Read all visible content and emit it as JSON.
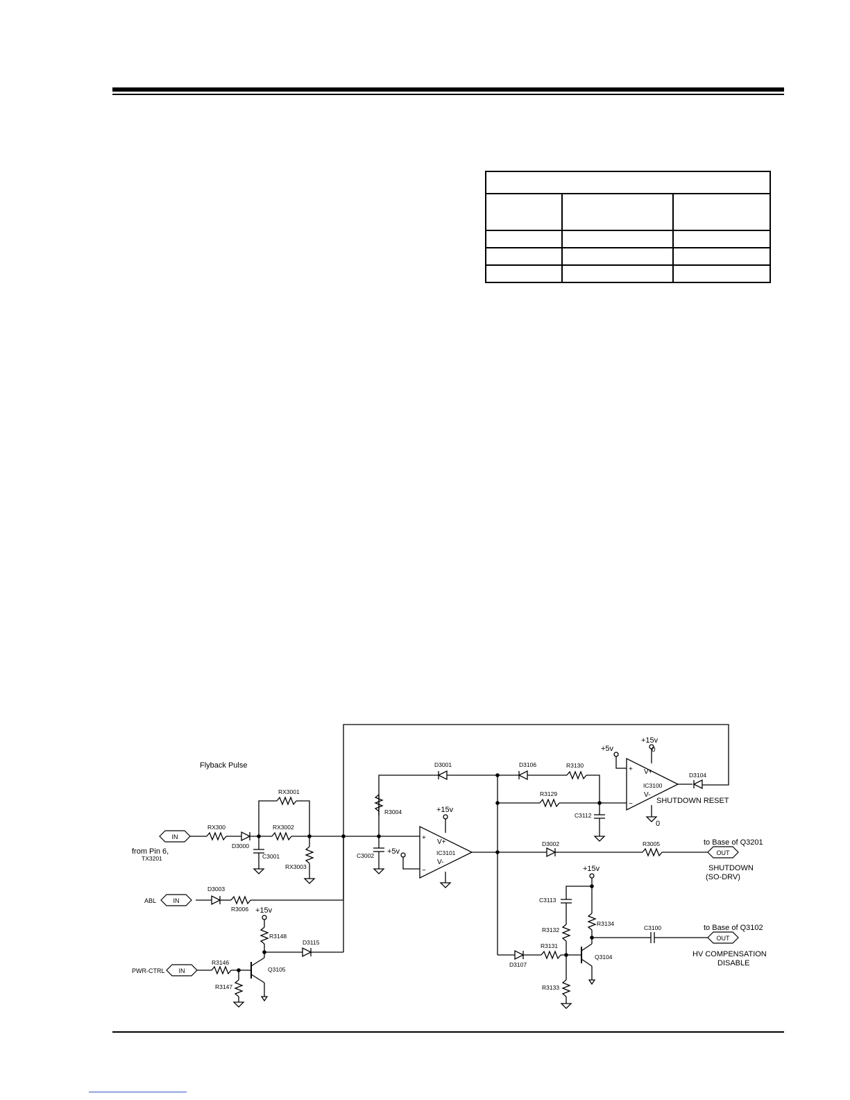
{
  "schematic": {
    "labels": {
      "flyback": "Flyback Pulse",
      "from_pin": "from Pin 6,",
      "tx3201": "TX3201",
      "abl": "ABL",
      "pwr_ctrl": "PWR-CTRL",
      "in": "IN",
      "out": "OUT",
      "to_base_q3201": "to Base of Q3201",
      "shutdown": "SHUTDOWN",
      "so_drv": "(SO-DRV)",
      "to_base_q3102": "to Base of Q3102",
      "hv_comp": "HV COMPENSATION",
      "disable": "DISABLE",
      "shutdown_reset": "SHUTDOWN RESET",
      "plus5v": "+5v",
      "plus15v": "+15v",
      "zero": "0",
      "v_plus": "V+",
      "v_minus": "V-",
      "plus": "+",
      "minus": "−"
    },
    "components": {
      "rx300": "RX300",
      "rx3001": "RX3001",
      "rx3002": "RX3002",
      "rx3003": "RX3003",
      "d3000": "D3000",
      "c3001": "C3001",
      "d3003": "D3003",
      "r3006": "R3006",
      "r3004": "R3004",
      "c3002": "C3002",
      "d3001": "D3001",
      "ic3101": "IC3101",
      "d3106": "D3106",
      "r3130": "R3130",
      "r3129": "R3129",
      "c3112": "C3112",
      "ic3100": "IC3100",
      "d3104": "D3104",
      "d3002": "D3002",
      "r3005": "R3005",
      "c3113": "C3113",
      "r3132": "R3132",
      "r3131": "R3131",
      "r3133": "R3133",
      "r3134": "R3134",
      "q3104": "Q3104",
      "c3100": "C3100",
      "d3107": "D3107",
      "r3148": "R3148",
      "d3115": "D3115",
      "r3146": "R3146",
      "r3147": "R3147",
      "q3105": "Q3105"
    }
  }
}
